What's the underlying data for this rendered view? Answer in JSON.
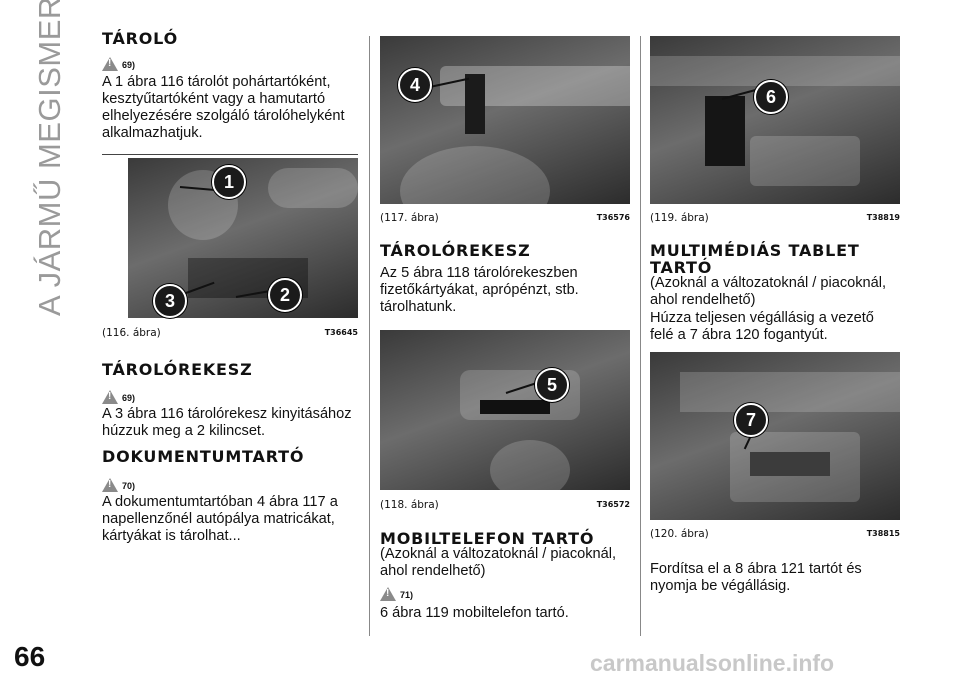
{
  "side_label": "A JÁRMŰ MEGISMERÉSE",
  "page_number": "66",
  "watermark": "carmanualsonline.info",
  "col1": {
    "s1_title": "TÁROLÓ",
    "s1_ref": "69)",
    "s1_text": "A 1 ábra 116 tárolót pohártartóként, kesztyűtartóként vagy a hamutartó elhelyezésére szolgáló tárolóhelyként alkalmazhatjuk.",
    "fig_caption": "(116. ábra)",
    "fig_code": "T36645",
    "fig_callouts": [
      "1",
      "3",
      "2"
    ],
    "s2_title": "TÁROLÓREKESZ",
    "s2_ref": "69)",
    "s2_text": "A 3 ábra 116 tárolórekesz kinyitásához húzzuk meg a 2 kilincset.",
    "s3_title": "DOKUMENTUMTARTÓ",
    "s3_ref": "70)",
    "s3_text": "A dokumentumtartóban 4 ábra 117 a napellenzőnél autópálya matricákat, kártyákat is tárolhat..."
  },
  "col2": {
    "fig1_caption": "(117. ábra)",
    "fig1_code": "T36576",
    "fig1_callout": "4",
    "s1_title": "TÁROLÓREKESZ",
    "s1_text": "Az 5 ábra 118 tárolórekeszben fizetőkártyákat, aprópénzt, stb. tárolhatunk.",
    "fig2_caption": "(118. ábra)",
    "fig2_code": "T36572",
    "fig2_callout": "5",
    "s2_title": "MOBILTELEFON TARTÓ",
    "s2_sub": "(Azoknál a változatoknál / piacoknál, ahol rendelhető)",
    "s2_ref": "71)",
    "s2_text": "6 ábra 119 mobiltelefon tartó."
  },
  "col3": {
    "fig1_caption": "(119. ábra)",
    "fig1_code": "T38819",
    "fig1_callout": "6",
    "s1_title": "MULTIMÉDIÁS TABLET TARTÓ",
    "s1_sub": "(Azoknál a változatoknál / piacoknál, ahol rendelhető)",
    "s1_text": "Húzza teljesen végállásig a vezető felé a 7 ábra 120 fogantyút.",
    "fig2_caption": "(120. ábra)",
    "fig2_code": "T38815",
    "fig2_callout": "7",
    "s2_text": "Fordítsa el a 8 ábra 121 tartót és nyomja be végállásig."
  }
}
